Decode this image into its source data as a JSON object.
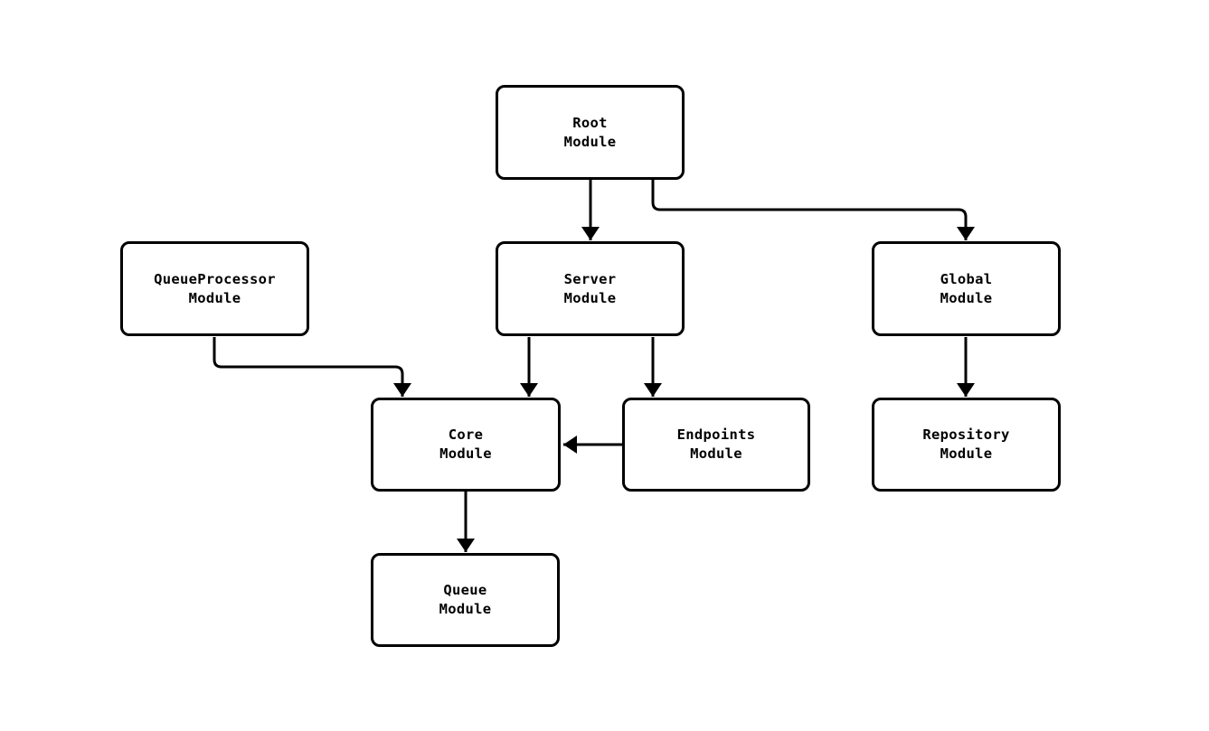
{
  "diagram": {
    "background_color": "#ffffff",
    "stroke_color": "#000000",
    "node_fill_color": "#ffffff",
    "nodes": [
      {
        "id": "root",
        "label": "Root\nModule"
      },
      {
        "id": "queueprocessor",
        "label": "QueueProcessor\nModule"
      },
      {
        "id": "server",
        "label": "Server\nModule"
      },
      {
        "id": "global",
        "label": "Global\nModule"
      },
      {
        "id": "core",
        "label": "Core\nModule"
      },
      {
        "id": "endpoints",
        "label": "Endpoints\nModule"
      },
      {
        "id": "repository",
        "label": "Repository\nModule"
      },
      {
        "id": "queue",
        "label": "Queue\nModule"
      }
    ],
    "edges": [
      {
        "from": "root",
        "to": "server"
      },
      {
        "from": "root",
        "to": "global"
      },
      {
        "from": "queueprocessor",
        "to": "core"
      },
      {
        "from": "server",
        "to": "core"
      },
      {
        "from": "server",
        "to": "endpoints"
      },
      {
        "from": "endpoints",
        "to": "core"
      },
      {
        "from": "global",
        "to": "repository"
      },
      {
        "from": "core",
        "to": "queue"
      }
    ]
  }
}
